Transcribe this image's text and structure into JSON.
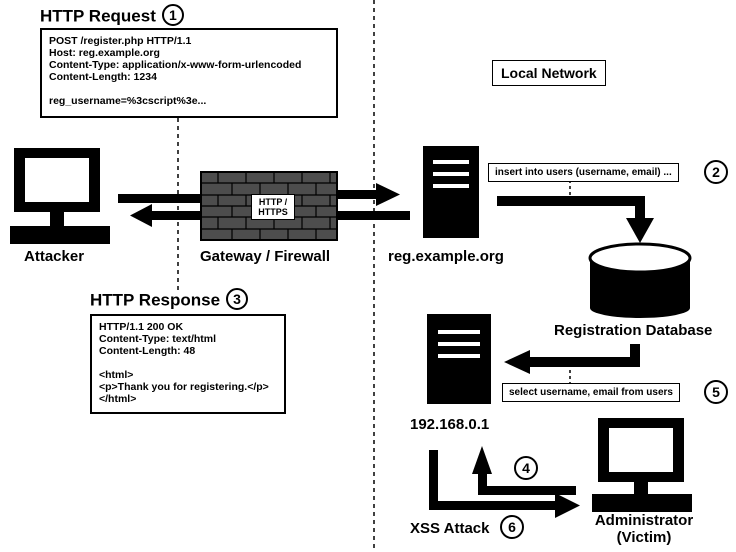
{
  "request": {
    "title": "HTTP Request",
    "step": "1",
    "lines": [
      "POST /register.php HTTP/1.1",
      "Host: reg.example.org",
      "Content-Type: application/x-www-form-urlencoded",
      "Content-Length: 1234",
      "",
      "reg_username=%3cscript%3e..."
    ]
  },
  "response": {
    "title": "HTTP Response",
    "step": "3",
    "lines": [
      "HTTP/1.1 200 OK",
      "Content-Type: text/html",
      "Content-Length: 48",
      "",
      "<html>",
      "<p>Thank you for registering.</p>",
      "</html>"
    ]
  },
  "local_network": "Local Network",
  "firewall_text": [
    "HTTP /",
    "HTTPS"
  ],
  "labels": {
    "attacker": "Attacker",
    "gateway": "Gateway / Firewall",
    "server": "reg.example.org",
    "database": "Registration Database",
    "ip": "192.168.0.1",
    "admin_1": "Administrator",
    "admin_2": "(Victim)",
    "xss": "XSS Attack"
  },
  "queries": {
    "insert": "insert into users (username, email) ...",
    "select": "select username, email from users"
  },
  "steps": {
    "insert": "2",
    "select": "5",
    "four": "4",
    "six": "6"
  }
}
